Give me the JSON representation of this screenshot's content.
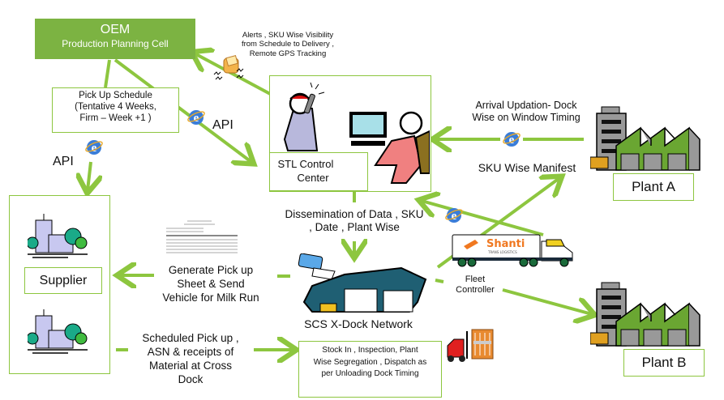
{
  "oem": {
    "title": "OEM",
    "subtitle": "Production Planning Cell"
  },
  "alerts_note": [
    "Alerts , SKU Wise Visibility",
    "from Schedule to Delivery ,",
    "Remote GPS Tracking"
  ],
  "pickup_schedule": [
    "Pick Up Schedule",
    "(Tentative 4 Weeks,",
    "Firm – Week +1  )"
  ],
  "api_labels": {
    "left": "API",
    "center": "API"
  },
  "control_center": {
    "line1": "STL  Control",
    "line2": "Center"
  },
  "arrival_note": [
    "Arrival Updation- Dock",
    "Wise on Window Timing"
  ],
  "sku_manifest": "SKU Wise Manifest",
  "plant_a": "Plant  A",
  "plant_b": "Plant  B",
  "supplier": "Supplier",
  "dissemination": [
    "Dissemination of  Data , SKU",
    ", Date , Plant Wise"
  ],
  "generate_pickup": [
    "Generate Pick up",
    "Sheet & Send",
    "Vehicle for Milk Run"
  ],
  "xdock": "SCS X-Dock Network",
  "fleet": [
    "Fleet",
    "Controller"
  ],
  "truck_brand": {
    "name": "Shanti",
    "tagline": "TRANS LOGISTICS"
  },
  "scheduled_pickup": [
    "Scheduled Pick up ,",
    "ASN & receipts of",
    "Material at Cross",
    "Dock"
  ],
  "stock_in": [
    "Stock In , Inspection, Plant",
    "Wise Segregation , Dispatch as",
    "per Unloading Dock Timing"
  ],
  "colors": {
    "accent_green": "#8dc63f",
    "oem_fill": "#7cb342",
    "xdock_blue": "#1f5f73",
    "plant_green": "#6aa632"
  }
}
